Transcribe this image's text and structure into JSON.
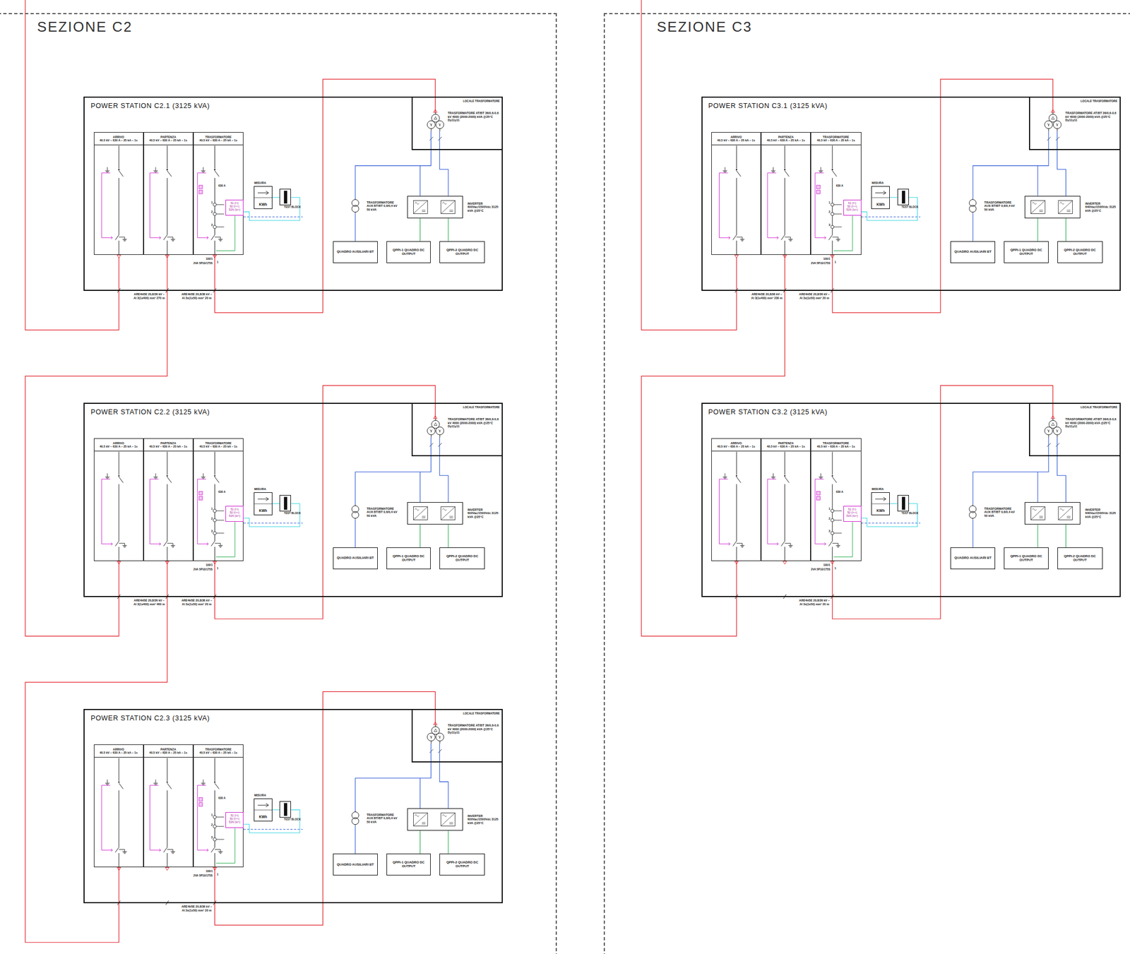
{
  "diagram": {
    "nodes": [
      {
        "text": [
          "SEZIONE C2"
        ]
      },
      {
        "text": [
          "POWER STATION C2.1 (3125 kVA)"
        ],
        "in": 0
      },
      {
        "text": [
          "ARRIVO",
          "40.5 kV – 630 A – 25 kA – 1s"
        ],
        "in": 1
      },
      {
        "text": [
          "PARTENZA",
          "40.5 kV – 630 A – 25 kA – 1s"
        ],
        "in": 1
      },
      {
        "text": [
          "TRASFORMATORE",
          "40.5 kV – 630 A – 25 kA – 1s"
        ],
        "in": 1
      },
      {
        "text": [
          "51 (I>)",
          "50 (I>>)",
          "51N (Io>)"
        ],
        "in": 4
      },
      {
        "text": [
          "MISURA",
          "KWh"
        ],
        "in": 1
      },
      {
        "text": [
          "TEST BLOCK"
        ],
        "in": 1
      },
      {
        "text": [
          "LOCALE TRASFORMATORE"
        ],
        "in": 1
      },
      {
        "text": [
          "TRASFORMATORE AT/BT 36/0,6-0,6 kV 4000 (2000-2000) kVA @25°C Dy11y11"
        ],
        "in": 8
      },
      {
        "text": [
          "TRASFORMATORE AUX BT/BT 0,6/0,4 kV 50 kVA"
        ],
        "in": 1
      },
      {
        "text": [
          "INVERTER 600Vac/1500Vdc 3125 kVA @25°C"
        ],
        "in": 1
      },
      {
        "text": [
          "QUADRO AUSILIARI BT"
        ],
        "in": 1
      },
      {
        "text": [
          "QPPI-1 QUADRO DC OUTPUT"
        ],
        "in": 1
      },
      {
        "text": [
          "QPPI-2 QUADRO DC OUTPUT"
        ],
        "in": 1
      },
      {
        "text": [
          "POWER STATION C2.2 (3125 kVA)"
        ],
        "in": 0
      },
      {
        "text": [
          "ARRIVO",
          "40.5 kV – 630 A – 25 kA – 1s"
        ],
        "in": 15
      },
      {
        "text": [
          "PARTENZA",
          "40.5 kV – 630 A – 25 kA – 1s"
        ],
        "in": 15
      },
      {
        "text": [
          "TRASFORMATORE",
          "40.5 kV – 630 A – 25 kA – 1s"
        ],
        "in": 15
      },
      {
        "text": [
          "51 (I>)",
          "50 (I>>)",
          "51N (Io>)"
        ],
        "in": 18
      },
      {
        "text": [
          "MISURA",
          "KWh"
        ],
        "in": 15
      },
      {
        "text": [
          "TEST BLOCK"
        ],
        "in": 15
      },
      {
        "text": [
          "LOCALE TRASFORMATORE"
        ],
        "in": 15
      },
      {
        "text": [
          "TRASFORMATORE AT/BT 36/0,6-0,6 kV 4000 (2000-2000) kVA @25°C Dy11y11"
        ],
        "in": 22
      },
      {
        "text": [
          "TRASFORMATORE AUX BT/BT 0,6/0,4 kV 50 kVA"
        ],
        "in": 15
      },
      {
        "text": [
          "INVERTER 600Vac/1500Vdc 3125 kVA @25°C"
        ],
        "in": 15
      },
      {
        "text": [
          "QUADRO AUSILIARI BT"
        ],
        "in": 15
      },
      {
        "text": [
          "QPPI-1 QUADRO DC OUTPUT"
        ],
        "in": 15
      },
      {
        "text": [
          "QPPI-2 QUADRO DC OUTPUT"
        ],
        "in": 15
      },
      {
        "text": [
          "POWER STATION C2.3 (3125 kVA)"
        ],
        "in": 0
      },
      {
        "text": [
          "ARRIVO",
          "40.5 kV – 630 A – 25 kA – 1s"
        ],
        "in": 29
      },
      {
        "text": [
          "PARTENZA",
          "40.5 kV – 630 A – 25 kA – 1s"
        ],
        "in": 29
      },
      {
        "text": [
          "TRASFORMATORE",
          "40.5 kV – 630 A – 25 kA – 1s"
        ],
        "in": 29
      },
      {
        "text": [
          "51 (I>)",
          "50 (I>>)",
          "51N (Io>)"
        ],
        "in": 32
      },
      {
        "text": [
          "MISURA",
          "KWh"
        ],
        "in": 29
      },
      {
        "text": [
          "TEST BLOCK"
        ],
        "in": 29
      },
      {
        "text": [
          "LOCALE TRASFORMATORE"
        ],
        "in": 29
      },
      {
        "text": [
          "TRASFORMATORE AT/BT 36/0,6-0,6 kV 4000 (2000-2000) kVA @25°C Dy11y11"
        ],
        "in": 36
      },
      {
        "text": [
          "TRASFORMATORE AUX BT/BT 0,6/0,4 kV 50 kVA"
        ],
        "in": 29
      },
      {
        "text": [
          "INVERTER 600Vac/1500Vdc 3125 kVA @25°C"
        ],
        "in": 29
      },
      {
        "text": [
          "QUADRO AUSILIARI BT"
        ],
        "in": 29
      },
      {
        "text": [
          "QPPI-1 QUADRO DC OUTPUT"
        ],
        "in": 29
      },
      {
        "text": [
          "QPPI-2 QUADRO DC OUTPUT"
        ],
        "in": 29
      },
      {
        "text": [
          "SEZIONE C3"
        ]
      },
      {
        "text": [
          "POWER STATION C3.1 (3125 kVA)"
        ],
        "in": 43
      },
      {
        "text": [
          "ARRIVO",
          "40.5 kV – 630 A – 25 kA – 1s"
        ],
        "in": 44
      },
      {
        "text": [
          "PARTENZA",
          "40.5 kV – 630 A – 25 kA – 1s"
        ],
        "in": 44
      },
      {
        "text": [
          "TRASFORMATORE",
          "40.5 kV – 630 A – 25 kA – 1s"
        ],
        "in": 44
      },
      {
        "text": [
          "51 (I>)",
          "50 (I>>)",
          "51N (Io>)"
        ],
        "in": 47
      },
      {
        "text": [
          "MISURA",
          "KWh"
        ],
        "in": 44
      },
      {
        "text": [
          "TEST BLOCK"
        ],
        "in": 44
      },
      {
        "text": [
          "LOCALE TRASFORMATORE"
        ],
        "in": 44
      },
      {
        "text": [
          "TRASFORMATORE AT/BT 36/0,6-0,6 kV 4000 (2000-2000) kVA @25°C Dy11y11"
        ],
        "in": 51
      },
      {
        "text": [
          "TRASFORMATORE AUX BT/BT 0,6/0,4 kV 50 kVA"
        ],
        "in": 44
      },
      {
        "text": [
          "INVERTER 640Vac/1500Vdc 3125 kVA @25°C"
        ],
        "in": 44
      },
      {
        "text": [
          "QUADRO AUSILIARI BT"
        ],
        "in": 44
      },
      {
        "text": [
          "QPPI-1 QUADRO DC OUTPUT"
        ],
        "in": 44
      },
      {
        "text": [
          "QPPI-2 QUADRO DC OUTPUT"
        ],
        "in": 44
      },
      {
        "text": [
          "POWER STATION C3.2 (3125 kVA)"
        ],
        "in": 43
      },
      {
        "text": [
          "ARRIVO",
          "40.5 kV – 630 A – 25 kA – 1s"
        ],
        "in": 58
      },
      {
        "text": [
          "PARTENZA",
          "40.5 kV – 630 A – 25 kA – 1s"
        ],
        "in": 58
      },
      {
        "text": [
          "TRASFORMATORE",
          "40.5 kV – 630 A – 25 kA – 1s"
        ],
        "in": 58
      },
      {
        "text": [
          "51 (I>)",
          "50 (I>>)",
          "51N (Io>)"
        ],
        "in": 61
      },
      {
        "text": [
          "MISURA",
          "KWh"
        ],
        "in": 58
      },
      {
        "text": [
          "TEST BLOCK"
        ],
        "in": 58
      },
      {
        "text": [
          "LOCALE TRASFORMATORE"
        ],
        "in": 58
      },
      {
        "text": [
          "TRASFORMATORE AT/BT 36/0,6-0,6 kV 4000 (2000-2000) kVA @25°C Dy11y11"
        ],
        "in": 65
      },
      {
        "text": [
          "TRASFORMATORE AUX BT/BT 0,6/0,4 kV 50 kVA"
        ],
        "in": 58
      },
      {
        "text": [
          "INVERTER 640Vac/1500Vdc 3125 kVA @25°C"
        ],
        "in": 58
      },
      {
        "text": [
          "QUADRO AUSILIARI BT"
        ],
        "in": 58
      },
      {
        "text": [
          "QPPI-1 QUADRO DC OUTPUT"
        ],
        "in": 58
      },
      {
        "text": [
          "QPPI-2 QUADRO DC OUTPUT"
        ],
        "in": 58
      }
    ],
    "edges": [
      {
        "from": 4,
        "to": 9,
        "arrow": "none",
        "label": "ARE4H5E 20,8/36 kV – Al 3x(1x50) mm² 20 m"
      },
      {
        "from": 9,
        "to": 11,
        "arrow": "none"
      },
      {
        "from": 9,
        "to": 10,
        "arrow": "none"
      },
      {
        "from": 10,
        "to": 12,
        "arrow": "none"
      },
      {
        "from": 11,
        "to": 13,
        "arrow": "none"
      },
      {
        "from": 11,
        "to": 14,
        "arrow": "none"
      },
      {
        "from": 6,
        "to": 7,
        "arrow": "none"
      },
      {
        "from": 5,
        "to": 7,
        "arrow": "none"
      },
      {
        "from": 18,
        "to": 23,
        "arrow": "none",
        "label": "ARE4H5E 20,8/36 kV – Al 3x(1x50) mm² 20 m"
      },
      {
        "from": 23,
        "to": 25,
        "arrow": "none"
      },
      {
        "from": 23,
        "to": 24,
        "arrow": "none"
      },
      {
        "from": 24,
        "to": 26,
        "arrow": "none"
      },
      {
        "from": 25,
        "to": 27,
        "arrow": "none"
      },
      {
        "from": 25,
        "to": 28,
        "arrow": "none"
      },
      {
        "from": 20,
        "to": 21,
        "arrow": "none"
      },
      {
        "from": 19,
        "to": 21,
        "arrow": "none"
      },
      {
        "from": 32,
        "to": 37,
        "arrow": "none",
        "label": "ARE4H5E 20,8/36 kV – Al 3x(1x50) mm² 20 m"
      },
      {
        "from": 37,
        "to": 39,
        "arrow": "none"
      },
      {
        "from": 37,
        "to": 38,
        "arrow": "none"
      },
      {
        "from": 38,
        "to": 40,
        "arrow": "none"
      },
      {
        "from": 39,
        "to": 41,
        "arrow": "none"
      },
      {
        "from": 39,
        "to": 42,
        "arrow": "none"
      },
      {
        "from": 34,
        "to": 35,
        "arrow": "none"
      },
      {
        "from": 33,
        "to": 35,
        "arrow": "none"
      },
      {
        "from": 47,
        "to": 52,
        "arrow": "none",
        "label": "ARE4H5E 20,8/36 kV – Al 3x(1x50) mm² 20 m"
      },
      {
        "from": 52,
        "to": 54,
        "arrow": "none"
      },
      {
        "from": 52,
        "to": 53,
        "arrow": "none"
      },
      {
        "from": 53,
        "to": 55,
        "arrow": "none"
      },
      {
        "from": 54,
        "to": 56,
        "arrow": "none"
      },
      {
        "from": 54,
        "to": 57,
        "arrow": "none"
      },
      {
        "from": 49,
        "to": 50,
        "arrow": "none"
      },
      {
        "from": 48,
        "to": 50,
        "arrow": "none"
      },
      {
        "from": 61,
        "to": 66,
        "arrow": "none",
        "label": "ARE4H5E 20,8/36 kV – Al 3x(1x50) mm² 20 m"
      },
      {
        "from": 66,
        "to": 68,
        "arrow": "none"
      },
      {
        "from": 66,
        "to": 67,
        "arrow": "none"
      },
      {
        "from": 67,
        "to": 69,
        "arrow": "none"
      },
      {
        "from": 68,
        "to": 70,
        "arrow": "none"
      },
      {
        "from": 68,
        "to": 71,
        "arrow": "none"
      },
      {
        "from": 63,
        "to": 64,
        "arrow": "none"
      },
      {
        "from": 62,
        "to": 64,
        "arrow": "none"
      },
      {
        "from": 3,
        "to": 16,
        "arrow": "none",
        "label": "ARE4H5E 20,8/36 kV – Al 3(1x400) mm² 270 m"
      },
      {
        "from": 17,
        "to": 30,
        "arrow": "none",
        "label": "ARE4H5E 20,8/36 kV – Al 3(1x400) mm² 460 m"
      },
      {
        "from": 46,
        "to": 59,
        "arrow": "none",
        "label": "ARE4H5E 20,8/36 kV – Al 3(1x400) mm² 230 m"
      }
    ],
    "labels": [
      "630 A",
      "1",
      "2",
      "3",
      "100/1",
      "2VA 5P10/175S",
      "1",
      "630 A",
      "1",
      "2",
      "3",
      "100/1",
      "2VA 5P10/175S",
      "1",
      "630 A",
      "1",
      "2",
      "3",
      "100/1",
      "2VA 5P10/175S",
      "1",
      "630 A",
      "1",
      "2",
      "3",
      "100/1",
      "2VA 5P10/175S",
      "1",
      "630 A",
      "1",
      "2",
      "3",
      "100/1",
      "2VA 5P10/175S",
      "1"
    ]
  }
}
